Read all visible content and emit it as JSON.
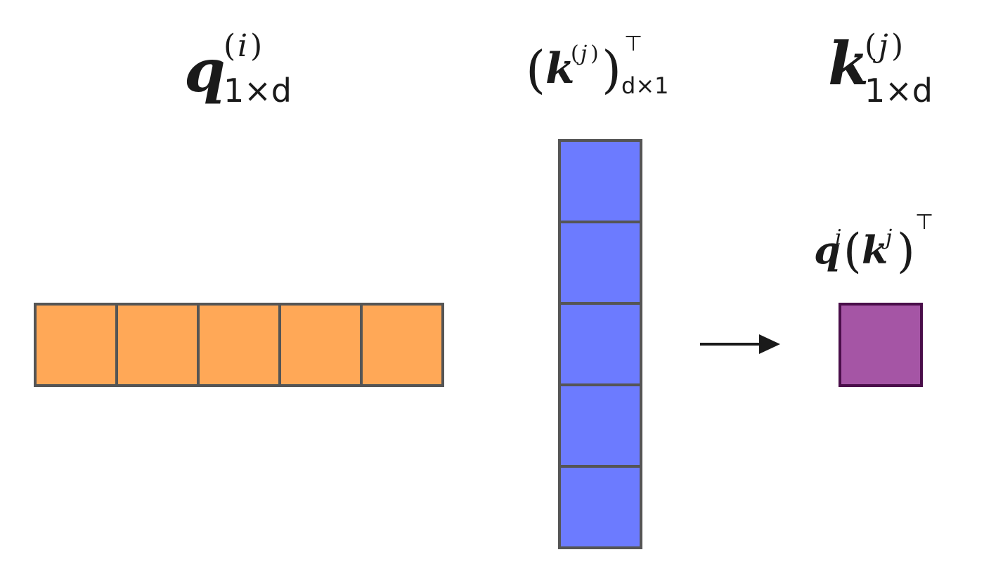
{
  "labels": {
    "query": {
      "symbol": "q",
      "superscript": "i",
      "subscript": "1×d"
    },
    "key_transpose": {
      "symbol": "k",
      "superscript": "j",
      "subscript": "d×1",
      "transpose": "⊤"
    },
    "key": {
      "symbol": "k",
      "superscript": "j",
      "subscript": "1×d"
    },
    "result": {
      "q_symbol": "q",
      "q_superscript": "i",
      "k_symbol": "k",
      "k_superscript": "j",
      "transpose": "⊤"
    }
  },
  "vectors": {
    "query_cells": 5,
    "key_column_cells": 5,
    "result_cells": 1
  },
  "colors": {
    "query_fill": "#FFA857",
    "key_fill": "#6C7BFF",
    "result_fill": "#A555A5",
    "cell_stroke": "#555555",
    "result_stroke": "#4A0E4A",
    "arrow": "#1a1a1a"
  }
}
